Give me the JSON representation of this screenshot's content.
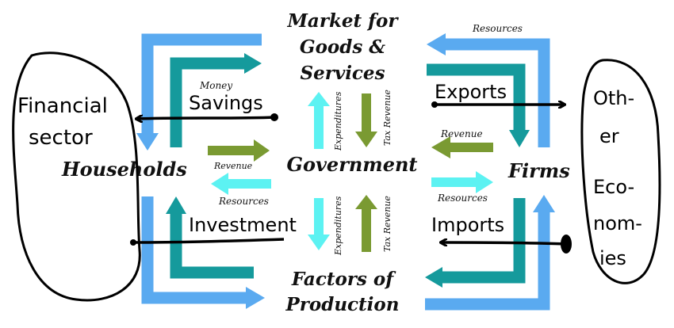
{
  "nodes": {
    "market_goods": [
      "Market for",
      "Goods &",
      "Services"
    ],
    "government": "Government",
    "households": "Households",
    "firms": "Firms",
    "factors": [
      "Factors of",
      "Production"
    ],
    "financial_sector": [
      "Financial",
      "sector"
    ],
    "other_economies": [
      "Oth-",
      "er",
      "Eco-",
      "nom-",
      "ies"
    ]
  },
  "flows": {
    "money": "Money",
    "resources_top": "Resources",
    "revenue_left": "Revenue",
    "resources_left": "Resources",
    "revenue_right": "Revenue",
    "resources_right": "Resources",
    "expenditures_top": "Expenditures",
    "tax_revenue_top": "Tax Revenue",
    "expenditures_bottom": "Expenditures",
    "tax_revenue_bottom": "Tax Revenue"
  },
  "handwritten": {
    "savings": "Savings",
    "exports": "Exports",
    "investment": "Investment",
    "imports": "Imports"
  },
  "colors": {
    "light_blue": "#5aaaf0",
    "teal": "#159a9c",
    "olive": "#7a9a32",
    "cyan": "#5cf2f2",
    "ink": "#000000"
  }
}
